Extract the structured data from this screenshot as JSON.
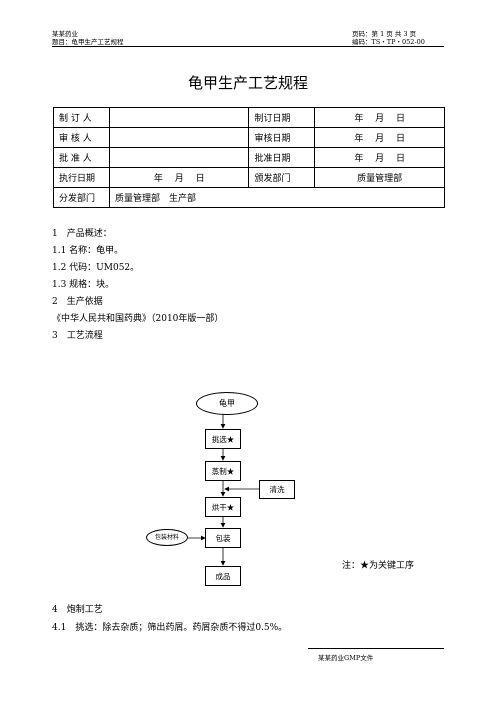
{
  "header": {
    "company": "某某药业",
    "subject": "题目：龟甲生产工艺规程",
    "page_info": "页码：第 1 页 共 3 页",
    "doc_code": "编码：TS・TP・052-00"
  },
  "title": "龟甲生产工艺规程",
  "meta_table": {
    "r1": [
      "制 订 人",
      "",
      "制订日期",
      "年　 月　 日"
    ],
    "r2": [
      "审 核 人",
      "",
      "审核日期",
      "年　 月　 日"
    ],
    "r3": [
      "批 准 人",
      "",
      "批准日期",
      "年　 月　 日"
    ],
    "r4": [
      "执行日期",
      "年　 月　 日",
      "颁发部门",
      "质量管理部"
    ],
    "r5": [
      "分发部门",
      "质量管理部　生产部"
    ]
  },
  "body": {
    "l1": "1　产品概述：",
    "l2": "1.1 名称：龟甲。",
    "l3": "1.2 代码：UM052。",
    "l4": "1.3 规格：块。",
    "l5": "2　生产依据",
    "l6": "《中华人民共和国药典》（2010年版一部）",
    "l7": "3　工艺流程",
    "l8": "4　炮制工艺",
    "l9": "4.1　挑选：除去杂质；筛出药屑。药屑杂质不得过0.5%。"
  },
  "flowchart": {
    "start": "龟甲",
    "step1": "挑选★",
    "step2": "蒸制★",
    "step3": "烘干★",
    "step4": "包装",
    "end": "成品",
    "side_clean": "清洗",
    "side_pack": "包装材料"
  },
  "note": "注：★为关键工序",
  "footer": "某某药业GMP文件"
}
